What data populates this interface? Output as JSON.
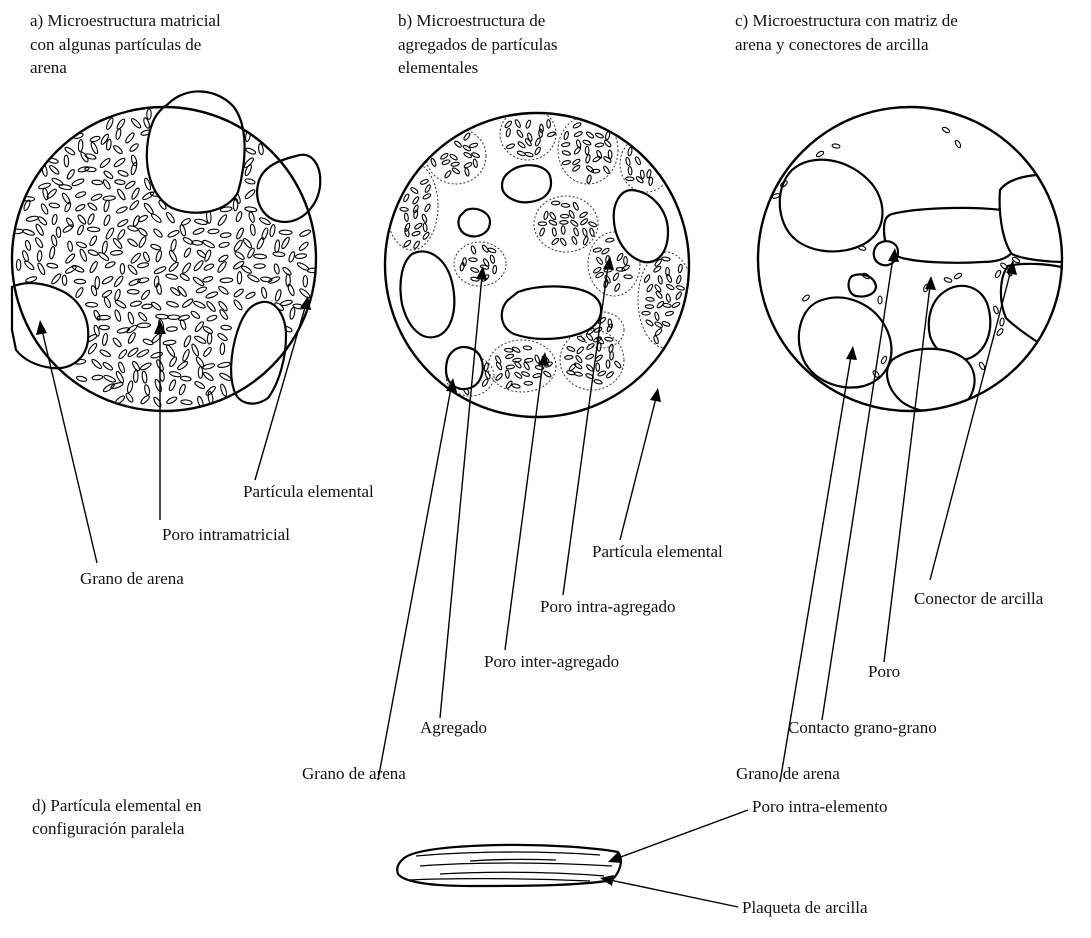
{
  "panels": {
    "a": {
      "title": [
        "a) Microestructura matricial",
        "con algunas partículas de",
        "arena"
      ]
    },
    "b": {
      "title": [
        "b) Microestructura de",
        "agregados de partículas",
        "elementales"
      ]
    },
    "c": {
      "title": [
        "c) Microestructura con matriz de",
        "arena y conectores de arcilla"
      ]
    },
    "d": {
      "title": [
        "d) Partícula elemental en",
        "configuración paralela"
      ]
    }
  },
  "labels": {
    "a_particula": "Partícula elemental",
    "a_poro": "Poro intramatricial",
    "a_grano": "Grano de arena",
    "b_particula": "Partícula elemental",
    "b_poro_intra": "Poro intra-agregado",
    "b_poro_inter": "Poro inter-agregado",
    "b_agregado": "Agregado",
    "b_grano": "Grano de arena",
    "c_conector": "Conector de arcilla",
    "c_poro": "Poro",
    "c_contacto": "Contacto grano-grano",
    "c_grano": "Grano de arena",
    "d_poro": "Poro intra-elemento",
    "d_plaqueta": "Plaqueta de arcilla"
  }
}
